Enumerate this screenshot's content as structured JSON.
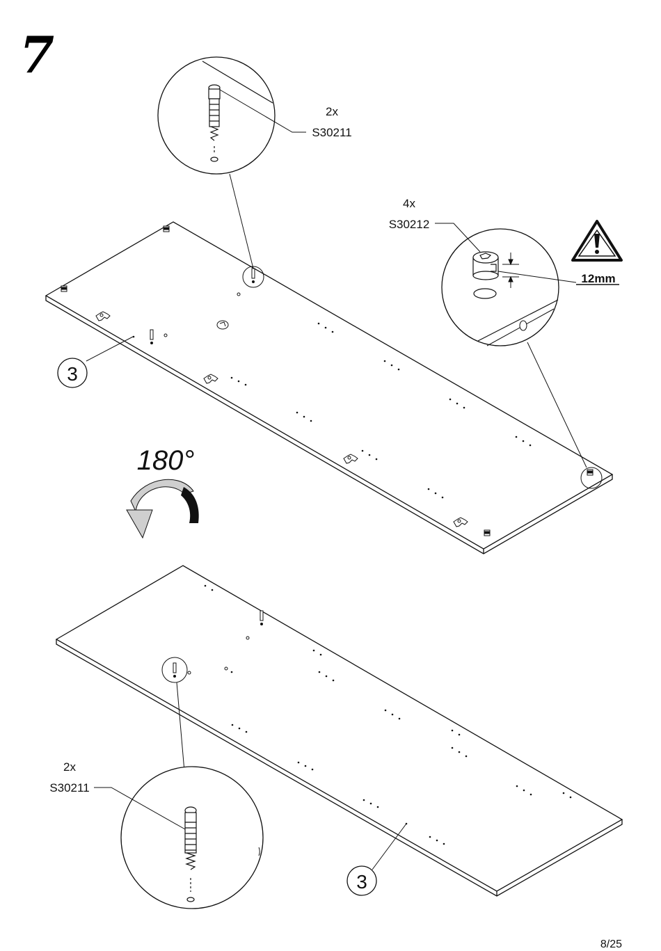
{
  "step": {
    "number": "7"
  },
  "callouts": {
    "top_screw": {
      "qty": "2x",
      "code": "S30211"
    },
    "cam": {
      "qty": "4x",
      "code": "S30212",
      "dimension": "12mm"
    },
    "bottom_screw": {
      "qty": "2x",
      "code": "S30211"
    }
  },
  "parts": {
    "top_panel": "3",
    "bottom_panel": "3"
  },
  "rotation": {
    "label": "180°"
  },
  "footer": {
    "page": "8/25"
  },
  "icons": [
    "warning-triangle-icon",
    "rotate-arrow-icon"
  ]
}
